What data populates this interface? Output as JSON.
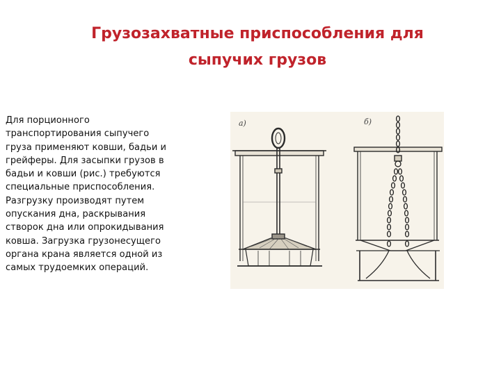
{
  "slide": {
    "title_lines": [
      "Грузозахватные приспособления для",
      "сыпучих   грузов"
    ],
    "body_lines": [
      "Для порционного",
      "транспортирования сыпучего",
      "груза применяют ковши, бадьи и",
      "грейферы. Для засыпки грузов в",
      "бадьи и ковши (рис.) требуются",
      "специальные приспособления.",
      "Разгрузку производят путем",
      "опускания дна, раскрывания",
      "створок дна или опрокидывания",
      "ковша. Загрузка грузонесущего",
      "органа крана является одной из",
      "самых трудоемких  операций."
    ],
    "title_color": "#c0232b"
  },
  "figure": {
    "label_a": "а)",
    "label_b": "б)"
  }
}
